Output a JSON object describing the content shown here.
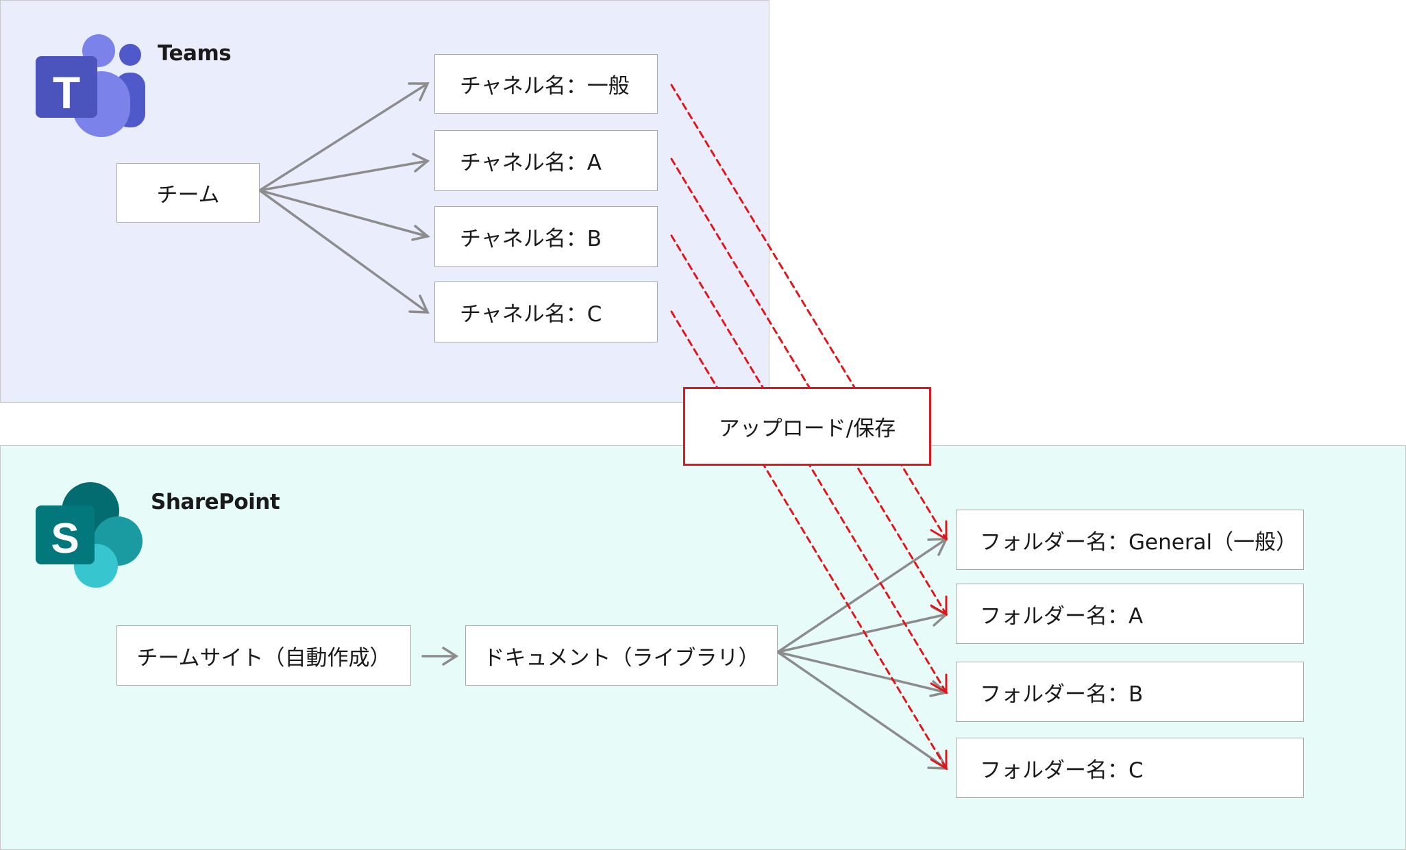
{
  "teams": {
    "brand": "Teams",
    "team": "チーム",
    "channels": [
      "チャネル名：一般",
      "チャネル名：A",
      "チャネル名：B",
      "チャネル名：C"
    ]
  },
  "sharepoint": {
    "brand": "SharePoint",
    "site": "チームサイト（自動作成）",
    "library": "ドキュメント（ライブラリ）",
    "folders": [
      "フォルダー名：General（一般）",
      "フォルダー名：A",
      "フォルダー名：B",
      "フォルダー名：C"
    ]
  },
  "upload_label": "アップロード/保存",
  "icons": {
    "teams": "teams-logo-icon",
    "sharepoint": "sharepoint-logo-icon"
  },
  "colors": {
    "teams_bg": "#eaedfc",
    "sharepoint_bg": "#e7fcf9",
    "arrow": "#8c8c8c",
    "upload_arrow": "#e0161c"
  }
}
